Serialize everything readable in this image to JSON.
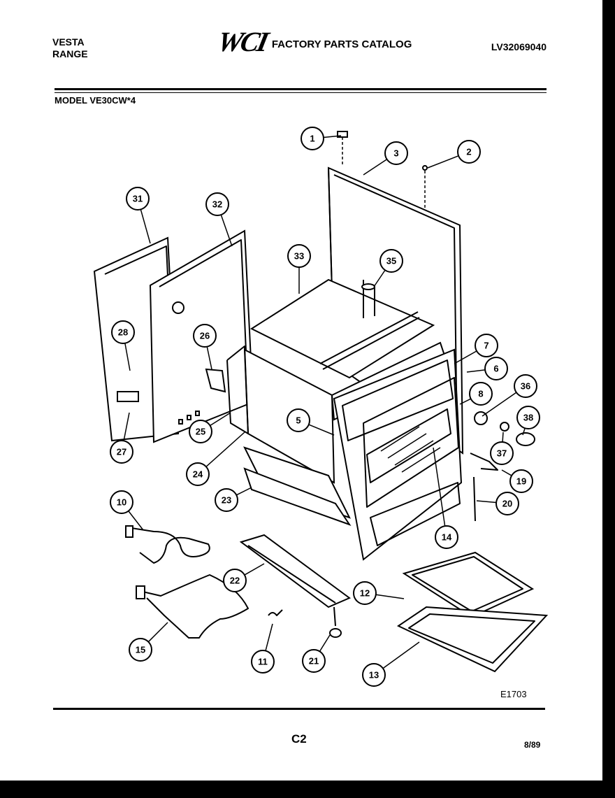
{
  "header": {
    "brand_line1": "VESTA",
    "brand_line2": "RANGE",
    "logo": "WCI",
    "catalog_title": "FACTORY PARTS CATALOG",
    "doc_number": "LV32069040"
  },
  "model_label": "MODEL VE30CW*4",
  "diagram_code": "E1703",
  "page_code": "C2",
  "date": "8/89",
  "callouts": [
    {
      "label": "1"
    },
    {
      "label": "2"
    },
    {
      "label": "3"
    },
    {
      "label": "31"
    },
    {
      "label": "32"
    },
    {
      "label": "33"
    },
    {
      "label": "35"
    },
    {
      "label": "28"
    },
    {
      "label": "26"
    },
    {
      "label": "7"
    },
    {
      "label": "6"
    },
    {
      "label": "8"
    },
    {
      "label": "36"
    },
    {
      "label": "38"
    },
    {
      "label": "37"
    },
    {
      "label": "5"
    },
    {
      "label": "25"
    },
    {
      "label": "27"
    },
    {
      "label": "24"
    },
    {
      "label": "19"
    },
    {
      "label": "20"
    },
    {
      "label": "23"
    },
    {
      "label": "14"
    },
    {
      "label": "10"
    },
    {
      "label": "22"
    },
    {
      "label": "12"
    },
    {
      "label": "15"
    },
    {
      "label": "11"
    },
    {
      "label": "21"
    },
    {
      "label": "13"
    }
  ]
}
